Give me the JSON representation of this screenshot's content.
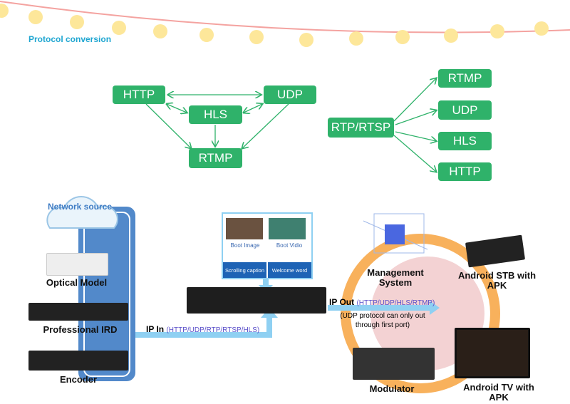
{
  "title": "Protocol conversion",
  "left_group": {
    "http": "HTTP",
    "udp": "UDP",
    "hls": "HLS",
    "rtmp": "RTMP"
  },
  "right_group": {
    "source": "RTP/RTSP",
    "targets": [
      "RTMP",
      "UDP",
      "HLS",
      "HTTP"
    ]
  },
  "network": {
    "cloud": "Network source"
  },
  "devices": {
    "optical": "Optical Model",
    "ird": "Professional IRD",
    "encoder": "Encoder"
  },
  "boot_panel": {
    "image": "Boot Image",
    "video": "Boot Vidio",
    "scroll": "Scrolling caption",
    "welcome": "Welcome word"
  },
  "ip_in": {
    "label": "IP In",
    "protocols": "(HTTP/UDP/RTP/RTSP/HLS)"
  },
  "ip_out": {
    "label": "IP Out",
    "protocols": "(HTTP/UDP/HLS/RTMP)",
    "note1": "(UDP protocol can only out",
    "note2": "through first port)"
  },
  "outputs": {
    "mgmt": "Management System",
    "stb": "Android STB with APK",
    "modulator": "Modulator",
    "tv": "Android TV with APK"
  },
  "colors": {
    "green": "#2fb26a",
    "blue_arrow": "#8fd0f2",
    "title": "#1fa6d1",
    "ring_orange": "#f7a84a"
  }
}
